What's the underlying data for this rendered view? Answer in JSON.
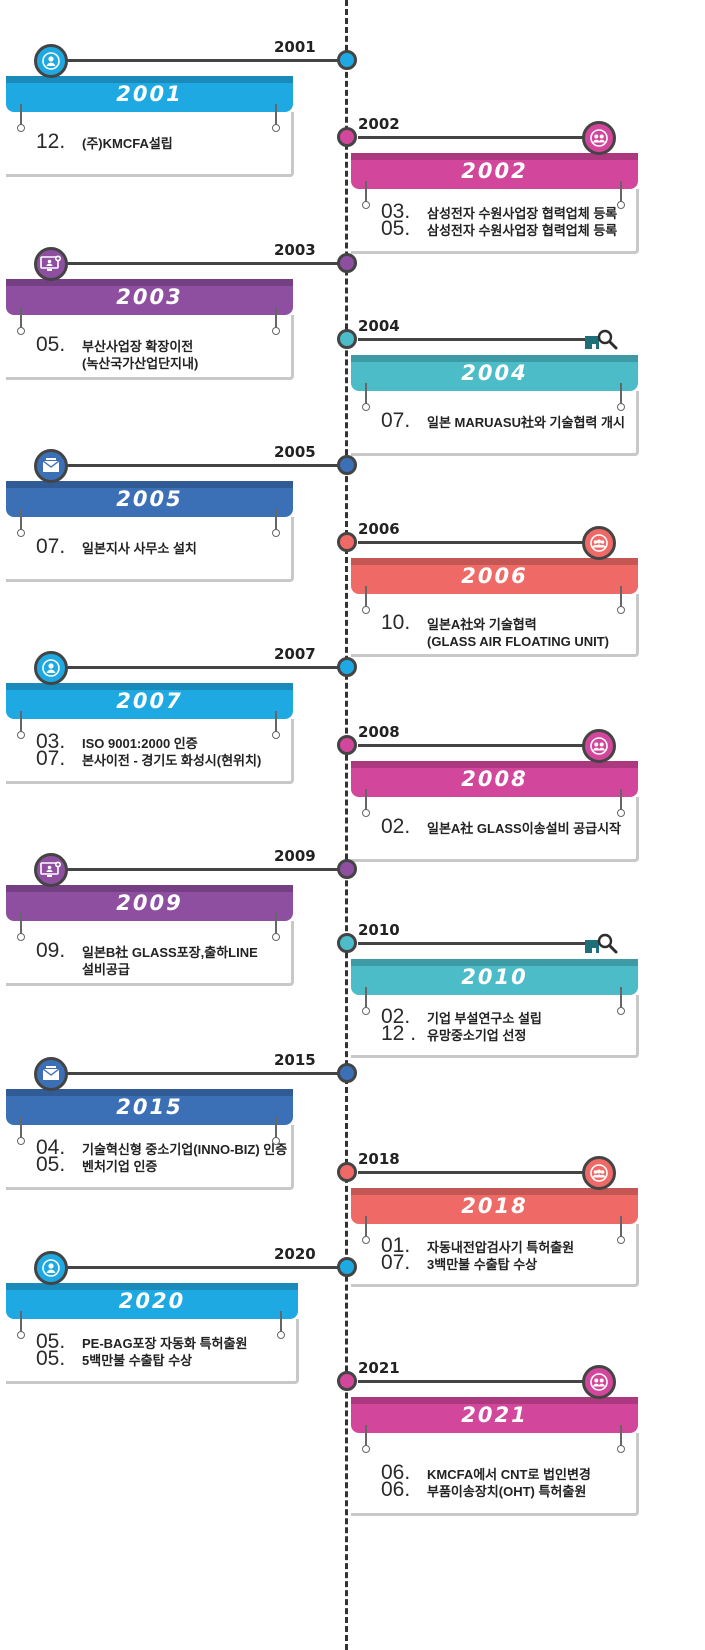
{
  "colors": {
    "blue": "#1fa9e2",
    "magenta": "#d2469b",
    "purple": "#8e4fa0",
    "teal": "#4cbcc9",
    "navy": "#3b6fb6",
    "coral": "#ef6a66"
  },
  "entries": [
    {
      "year": "2001",
      "banner": "2001",
      "color": "#1fa9e2",
      "icon": "person-icon",
      "items": [
        {
          "m": "12.",
          "t": "(주)KMCFA설립"
        }
      ]
    },
    {
      "year": "2002",
      "banner": "2002",
      "color": "#d2469b",
      "icon": "group-icon",
      "items": [
        {
          "m": "03.",
          "t": "삼성전자 수원사업장 협력업체 등록"
        },
        {
          "m": "05.",
          "t": "삼성전자 수원사업장 협력업체 등록"
        }
      ]
    },
    {
      "year": "2003",
      "banner": "2003",
      "color": "#8e4fa0",
      "icon": "monitor-user-icon",
      "items": [
        {
          "m": "05.",
          "t": "부산사업장 확장이전\n(녹산국가산업단지내)"
        }
      ]
    },
    {
      "year": "2004",
      "banner": "2004",
      "color": "#4cbcc9",
      "icon": "search-icon",
      "items": [
        {
          "m": "07.",
          "t": "일본 MARUASU社와 기술협력 개시"
        }
      ]
    },
    {
      "year": "2005",
      "banner": "2005",
      "color": "#3b6fb6",
      "icon": "mail-icon",
      "items": [
        {
          "m": "07.",
          "t": "일본지사  사무소 설치"
        }
      ]
    },
    {
      "year": "2006",
      "banner": "2006",
      "color": "#ef6a66",
      "icon": "group-add-icon",
      "items": [
        {
          "m": "10.",
          "t": "일본A社와 기술협력\n(GLASS AIR  FLOATING UNIT)"
        }
      ]
    },
    {
      "year": "2007",
      "banner": "2007",
      "color": "#1fa9e2",
      "icon": "person-icon",
      "items": [
        {
          "m": "03.",
          "t": "ISO 9001:2000 인증"
        },
        {
          "m": "07.",
          "t": "본사이전 - 경기도 화성시(현위치)"
        }
      ]
    },
    {
      "year": "2008",
      "banner": "2008",
      "color": "#d2469b",
      "icon": "group-icon",
      "items": [
        {
          "m": "02.",
          "t": "일본A社 GLASS이송설비 공급시작"
        }
      ]
    },
    {
      "year": "2009",
      "banner": "2009",
      "color": "#8e4fa0",
      "icon": "monitor-user-icon",
      "items": [
        {
          "m": "09.",
          "t": "일본B社  GLASS포장,출하LINE\n설비공급"
        }
      ]
    },
    {
      "year": "2010",
      "banner": "2010",
      "color": "#4cbcc9",
      "icon": "search-icon",
      "items": [
        {
          "m": "02.",
          "t": "기업 부설연구소 설립"
        },
        {
          "m": "12 .",
          "t": "유망중소기업 선정"
        }
      ]
    },
    {
      "year": "2015",
      "banner": "2015",
      "color": "#3b6fb6",
      "icon": "mail-icon",
      "items": [
        {
          "m": "04.",
          "t": "기술혁신형 중소기업(INNO-BIZ) 인증"
        },
        {
          "m": "05.",
          "t": "벤처기업 인증"
        }
      ]
    },
    {
      "year": "2018",
      "banner": "2018",
      "color": "#ef6a66",
      "icon": "group-add-icon",
      "items": [
        {
          "m": "01.",
          "t": "자동내전압검사기 특허출원"
        },
        {
          "m": "07.",
          "t": "3백만불 수출탑 수상"
        }
      ]
    },
    {
      "year": "2020",
      "banner": "2020",
      "color": "#1fa9e2",
      "icon": "person-icon",
      "items": [
        {
          "m": "05.",
          "t": "PE-BAG포장 자동화 특허출원"
        },
        {
          "m": "05.",
          "t": "5백만불 수출탑 수상"
        }
      ]
    },
    {
      "year": "2021",
      "banner": "2021",
      "color": "#d2469b",
      "icon": "group-icon",
      "items": [
        {
          "m": "06.",
          "t": "KMCFA에서 CNT로 법인변경"
        },
        {
          "m": "06.",
          "t": "부품이송장치(OHT) 특허출원"
        }
      ]
    }
  ]
}
